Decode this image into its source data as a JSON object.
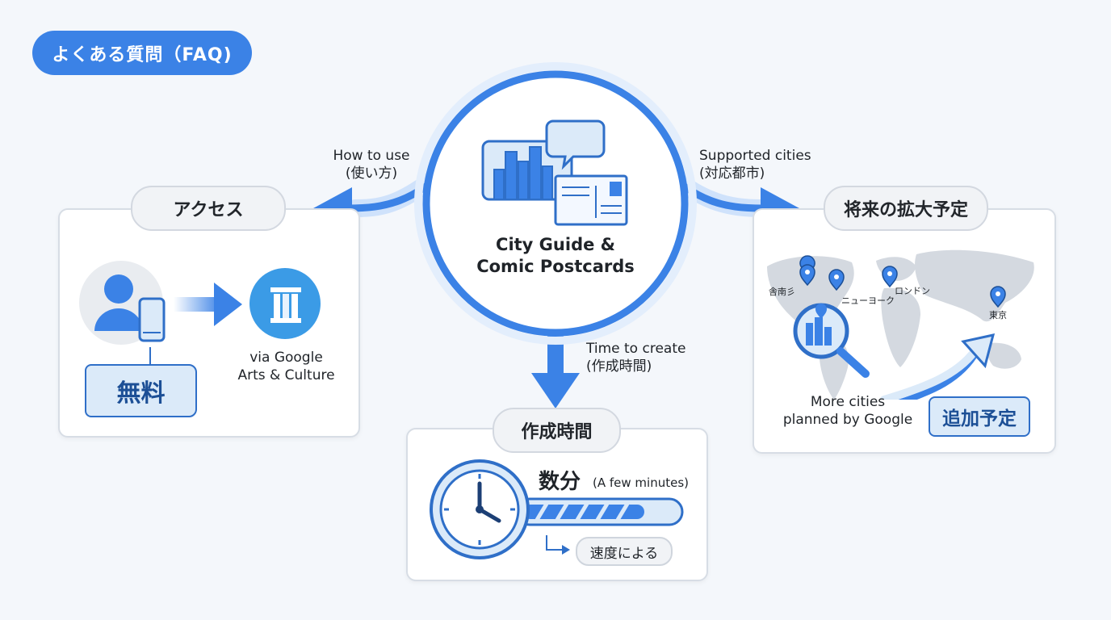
{
  "header": {
    "faq_label": "よくある質問（FAQ)"
  },
  "center": {
    "line1": "City Guide &",
    "line2": "Comic Postcards"
  },
  "connectors": {
    "how_to_use": {
      "en": "How to use",
      "jp": "(使い方)"
    },
    "supported_cities": {
      "en": "Supported cities",
      "jp": "(対応都市)"
    },
    "time_to_create": {
      "en": "Time to create",
      "jp": "(作成時間)"
    }
  },
  "access": {
    "title": "アクセス",
    "via_line1": "via Google",
    "via_line2": "Arts & Culture",
    "free_tag": "無料"
  },
  "time": {
    "title": "作成時間",
    "headline": "数分",
    "headline_sub": "(A few minutes)",
    "depends": "速度による"
  },
  "future": {
    "title": "将来の拡大予定",
    "cities": {
      "sf": "舎南彡",
      "ny": "ニューヨーク",
      "london": "ロンドン",
      "tokyo": "東京"
    },
    "more_line1": "More cities",
    "more_line2": "planned by Google",
    "planned_tag": "追加予定"
  },
  "colors": {
    "accent": "#3b82e6",
    "accent_dark": "#2f6fc8",
    "accent_light": "#dbeaf9"
  }
}
